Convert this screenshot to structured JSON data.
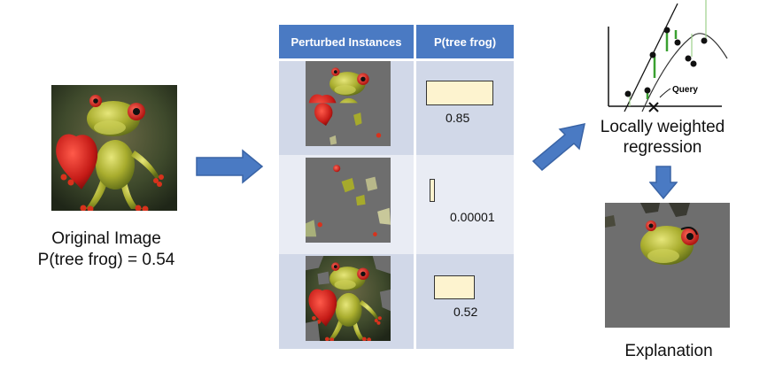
{
  "original": {
    "caption_line1": "Original Image",
    "caption_line2": "P(tree frog)  = 0.54"
  },
  "table": {
    "header_instances": "Perturbed Instances",
    "header_prob": "P(tree frog)",
    "rows": [
      {
        "probability": 0.85,
        "label": "0.85"
      },
      {
        "probability": 1e-05,
        "label": "0.00001"
      },
      {
        "probability": 0.52,
        "label": "0.52"
      }
    ]
  },
  "regression": {
    "caption_line1": "Locally weighted",
    "caption_line2": "regression",
    "query_label": "Query"
  },
  "explanation": {
    "caption": "Explanation"
  },
  "colors": {
    "arrow": "#4a7ac3",
    "table_header": "#4a7ac3",
    "row_dark": "#d1d8e8",
    "row_light": "#e9ecf4",
    "bar_fill": "#fdf3cf",
    "mask_gray": "#6e6e6e",
    "frog_green": "#a8b030",
    "heart_red": "#c8201e"
  }
}
